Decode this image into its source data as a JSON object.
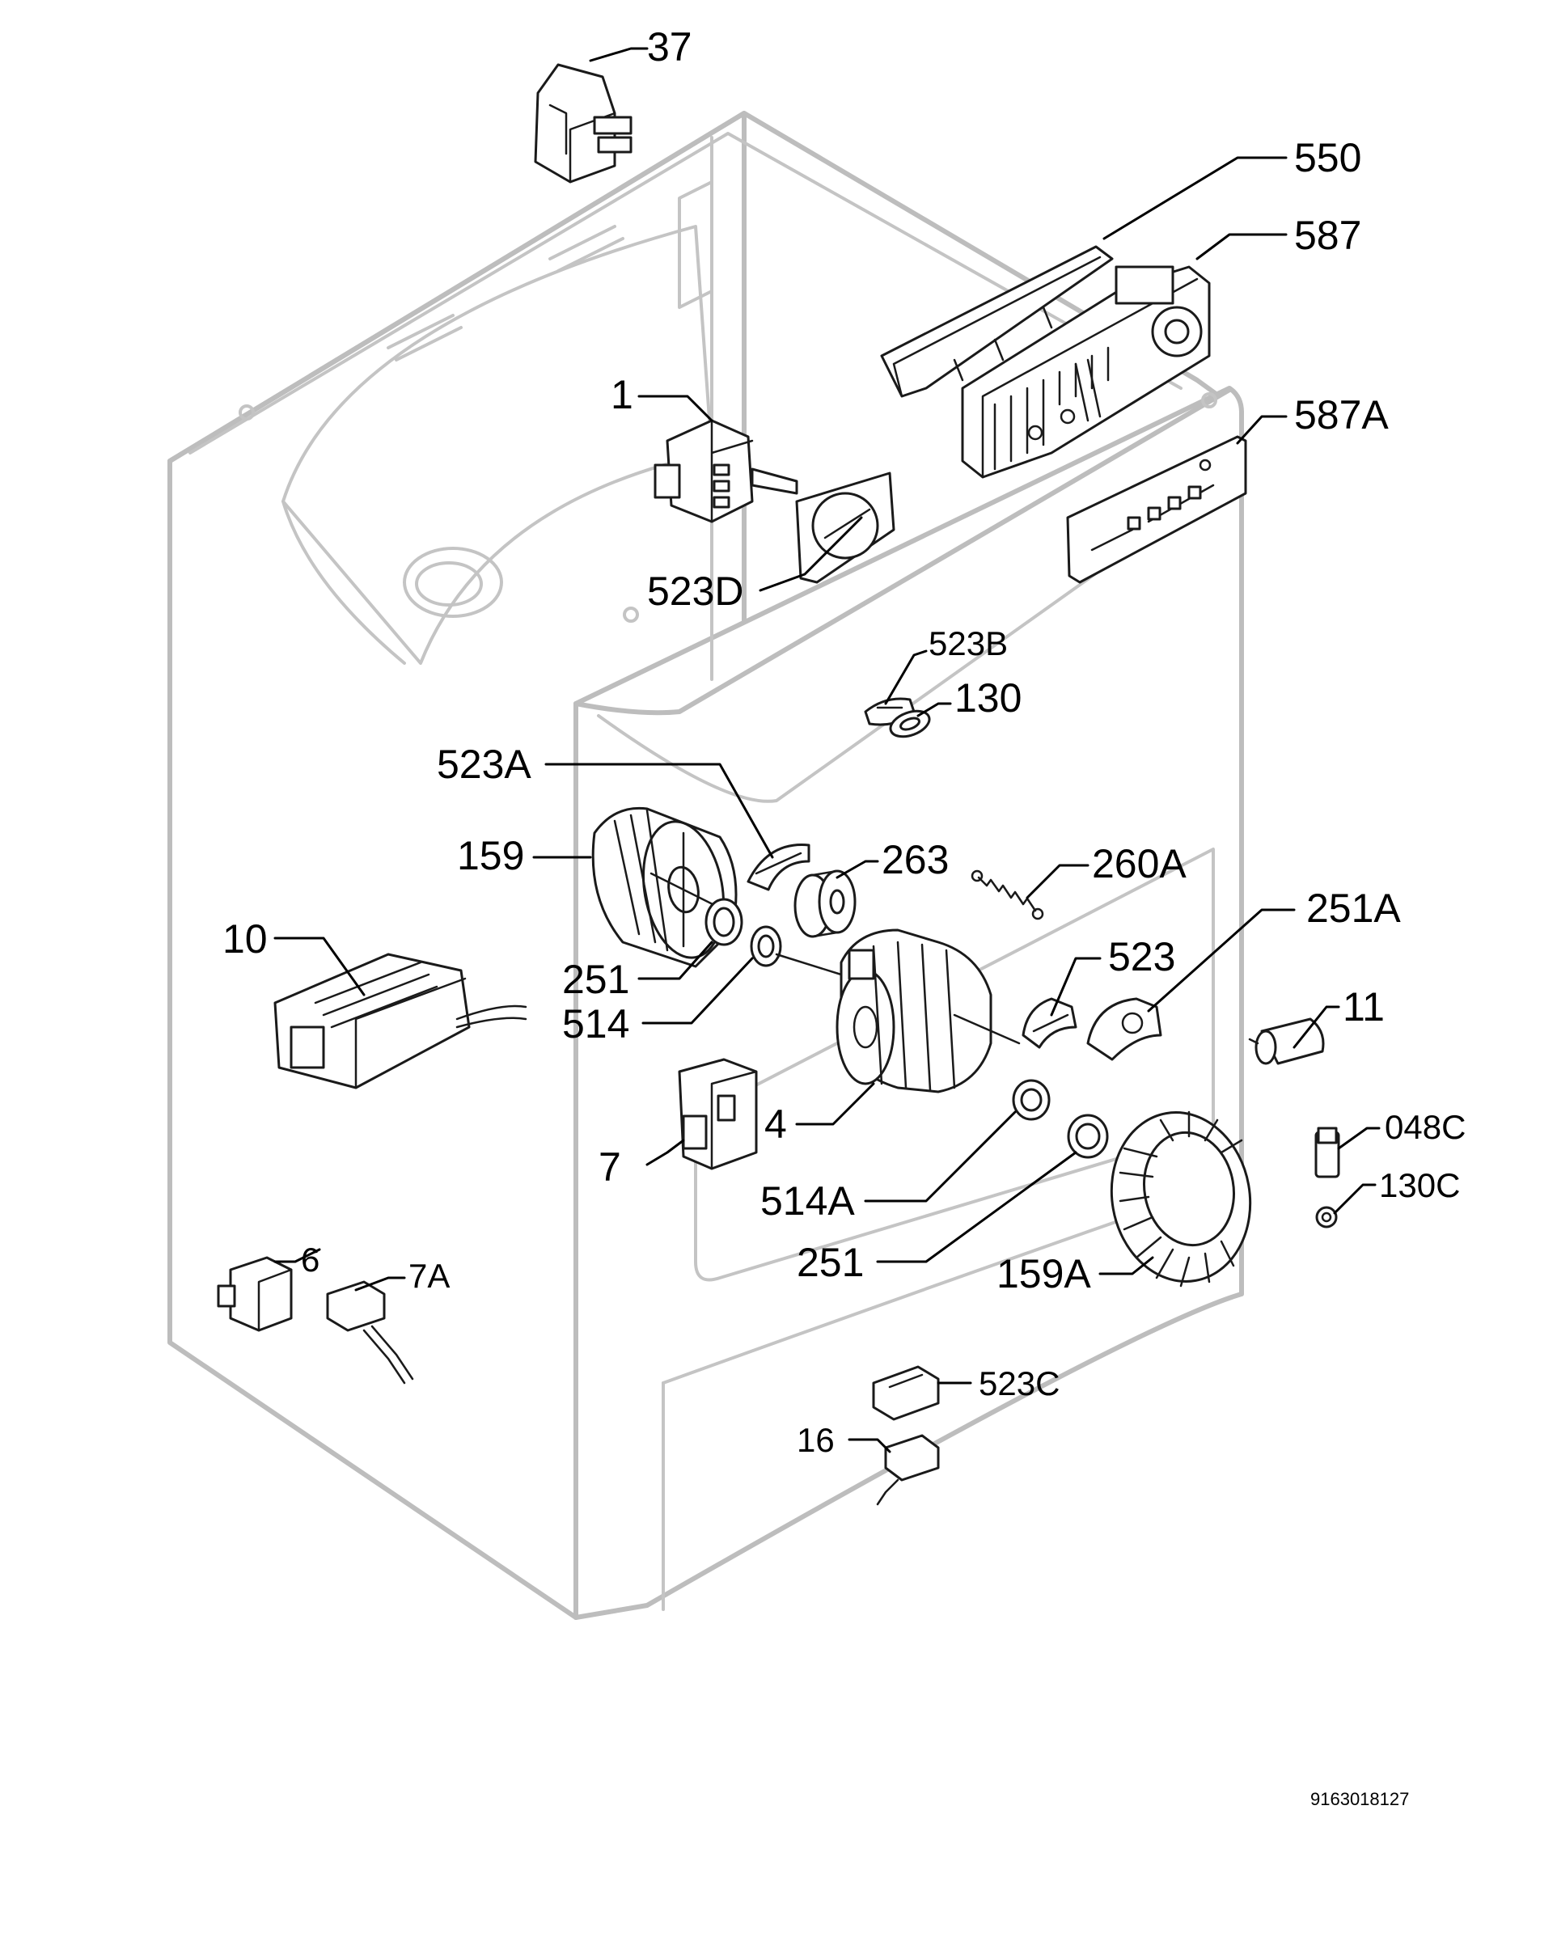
{
  "labels": {
    "p37": "37",
    "p550": "550",
    "p587": "587",
    "p587A": "587A",
    "p1": "1",
    "p523D": "523D",
    "p523B": "523B",
    "p130": "130",
    "p523A": "523A",
    "p159": "159",
    "p263": "263",
    "p260A": "260A",
    "p10": "10",
    "p251a": "251",
    "p514": "514",
    "p523": "523",
    "p251A": "251A",
    "p11": "11",
    "p4": "4",
    "p048C": "048C",
    "p7": "7",
    "p514A": "514A",
    "p130C": "130C",
    "p251b": "251",
    "p159A": "159A",
    "p6": "6",
    "p7A": "7A",
    "p523C": "523C",
    "p16": "16"
  },
  "document_number": "9163018127",
  "colors": {
    "cabinet_outline": "#bdbdbd",
    "part_outline": "#1a1a1a",
    "leader": "#000000"
  }
}
